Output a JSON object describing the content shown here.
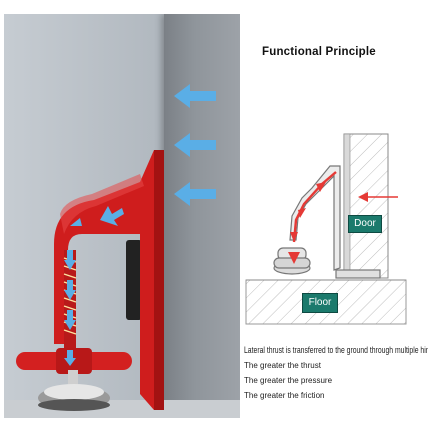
{
  "title": "Functional Principle",
  "labels": {
    "door": "Door",
    "floor": "Floor"
  },
  "caption": "Lateral thrust is transferred to the ground through multiple hinge",
  "bullets": [
    "The greater the thrust",
    "The greater the pressure",
    "The greater the friction"
  ],
  "colors": {
    "stopper_red": "#cf1d1d",
    "arrow_blue": "#5aaee6",
    "label_teal": "#1b7a6c",
    "diagram_arrow": "#e53935"
  },
  "icons": [
    "thrust-arrow-icon",
    "force-path-arrow-icon"
  ]
}
